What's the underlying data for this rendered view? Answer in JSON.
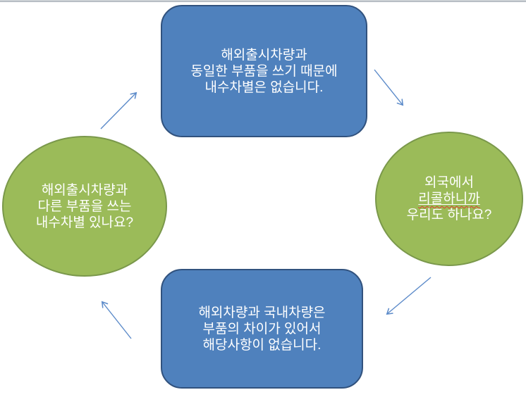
{
  "diagram": {
    "kind": "cycle-diagram",
    "colors": {
      "answer_fill": "#4F81BD",
      "answer_border": "#31527E",
      "question_fill": "#9BBB59",
      "question_border": "#7A984B",
      "text": "#FFFFFF",
      "arrow": "#5B8AC9",
      "spellcheck_underline": "#E03A2F",
      "top_bar": "#AFB6BE",
      "background": "#FFFFFF"
    },
    "nodes": [
      {
        "id": "answer-top",
        "shape": "rounded-rectangle",
        "lines": [
          "해외출시차량과",
          "동일한 부품을 쓰기 때문에",
          "내수차별은 없습니다."
        ]
      },
      {
        "id": "question-right",
        "shape": "ellipse",
        "lines": [
          "외국에서",
          "리콜하니까",
          "우리도 하나요?"
        ],
        "spellchecked_word": "리콜하니까"
      },
      {
        "id": "answer-bottom",
        "shape": "rounded-rectangle",
        "lines": [
          "해외차량과 국내차량은",
          "부품의 차이가 있어서",
          "해당사항이 없습니다."
        ]
      },
      {
        "id": "question-left",
        "shape": "ellipse",
        "lines": [
          "해외출시차량과",
          "다른 부품을 쓰는",
          "내수차별 있나요?"
        ]
      }
    ],
    "arrows": [
      {
        "id": "left-to-top",
        "direction": "up-right"
      },
      {
        "id": "top-to-right",
        "direction": "down-right"
      },
      {
        "id": "right-to-bottom",
        "direction": "down-left"
      },
      {
        "id": "bottom-to-left",
        "direction": "up-left"
      }
    ]
  }
}
